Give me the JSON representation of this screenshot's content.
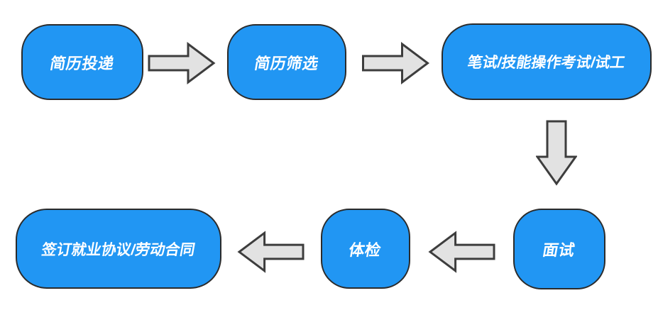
{
  "flowchart": {
    "description": "recruitment-process-flowchart",
    "colors": {
      "canvas-bg": "#ffffff",
      "node-fill": "#2196f3",
      "node-border": "#2b2b2b",
      "node-text": "#ffffff",
      "arrow-fill": "#e2e2e2",
      "arrow-border": "#3d3d3d"
    },
    "steps": [
      {
        "order": 1,
        "label": "简历投递"
      },
      {
        "order": 2,
        "label": "简历筛选"
      },
      {
        "order": 3,
        "label": "笔试/技能操作考试/试工"
      },
      {
        "order": 4,
        "label": "面试"
      },
      {
        "order": 5,
        "label": "体检"
      },
      {
        "order": 6,
        "label": "签订就业协议/劳动合同"
      }
    ],
    "connections": [
      {
        "from": "简历投递",
        "to": "简历筛选",
        "direction": "right"
      },
      {
        "from": "简历筛选",
        "to": "笔试/技能操作考试/试工",
        "direction": "right"
      },
      {
        "from": "笔试/技能操作考试/试工",
        "to": "面试",
        "direction": "down"
      },
      {
        "from": "面试",
        "to": "体检",
        "direction": "left"
      },
      {
        "from": "体检",
        "to": "签订就业协议/劳动合同",
        "direction": "left"
      }
    ]
  }
}
